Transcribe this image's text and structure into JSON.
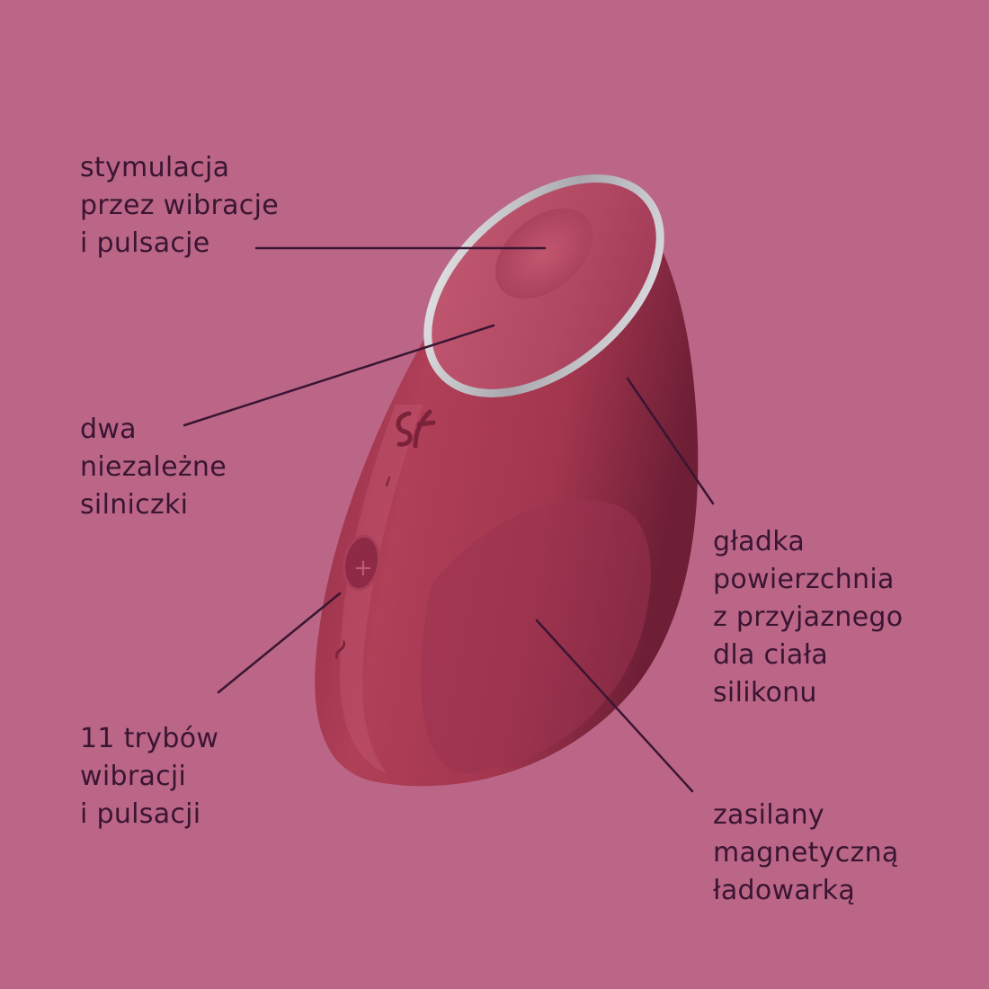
{
  "colors": {
    "background": "#bb6687",
    "text": "#3a1532",
    "line": "#3a1532",
    "device_body": "#a5394f",
    "device_dark": "#6e1f36",
    "device_light": "#c45a72",
    "ring": "#d9d9dc"
  },
  "device": {
    "logo_icon": "satisfyer-logo-icon",
    "minus_symbol": "–",
    "plus_symbol": "+",
    "mode_symbol": "~"
  },
  "callouts": {
    "stimulation": {
      "lines": [
        "stymulacja",
        "przez wibracje",
        "i pulsacje"
      ]
    },
    "motors": {
      "lines": [
        "dwa",
        "niezależne",
        "silniczki"
      ]
    },
    "modes": {
      "lines": [
        "11 trybów",
        "wibracji",
        "i pulsacji"
      ]
    },
    "surface": {
      "lines": [
        "gładka",
        "powierzchnia",
        "z przyjaznego",
        "dla ciała",
        "silikonu"
      ]
    },
    "charging": {
      "lines": [
        "zasilany",
        "magnetyczną",
        "ładowarką"
      ]
    }
  }
}
